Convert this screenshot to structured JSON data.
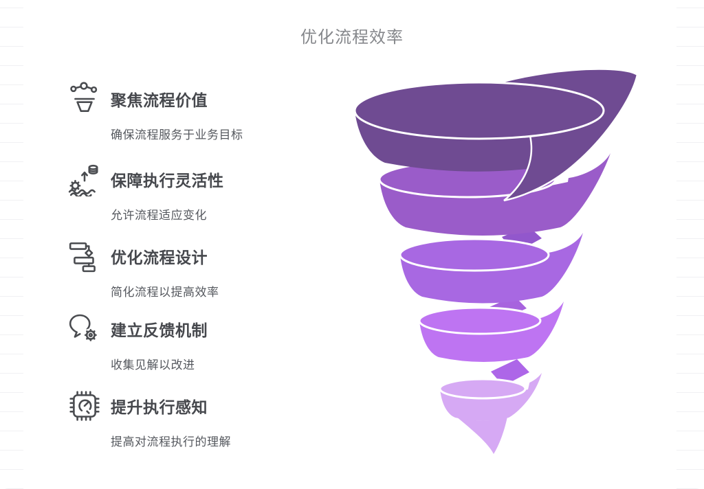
{
  "title": "优化流程效率",
  "items": [
    {
      "icon": "funnel-nodes-icon",
      "title": "聚焦流程价值",
      "desc": "确保流程服务于业务目标"
    },
    {
      "icon": "flex-gear-database-icon",
      "title": "保障执行灵活性",
      "desc": "允许流程适应变化"
    },
    {
      "icon": "workflow-blocks-icon",
      "title": "优化流程设计",
      "desc": "简化流程以提高效率"
    },
    {
      "icon": "speech-bubble-gear-icon",
      "title": "建立反馈机制",
      "desc": "收集见解以改进"
    },
    {
      "icon": "chip-gauge-icon",
      "title": "提升执行感知",
      "desc": "提高对流程执行的理解"
    }
  ],
  "funnel": {
    "type": "spiral-funnel",
    "direction": "top-wide-to-bottom-narrow",
    "bands": [
      {
        "level": 1,
        "color": "#6F4B92"
      },
      {
        "level": 2,
        "color": "#9A5CC9"
      },
      {
        "level": 3,
        "color": "#A868E2"
      },
      {
        "level": 4,
        "color": "#BE74F2"
      },
      {
        "level": 5,
        "color": "#D6A9F4"
      }
    ],
    "wedges": [
      "#8950B4",
      "#9257CC",
      "#A763DE",
      "#AD66E8"
    ],
    "gap_color": "#FFFFFF"
  },
  "colors": {
    "main_title": "#85878B",
    "item_title": "#46484D",
    "item_desc": "#55585E",
    "icon_stroke": "#4A4C50",
    "background": "#FFFFFF",
    "ruling_line": "#F0F0F3"
  }
}
